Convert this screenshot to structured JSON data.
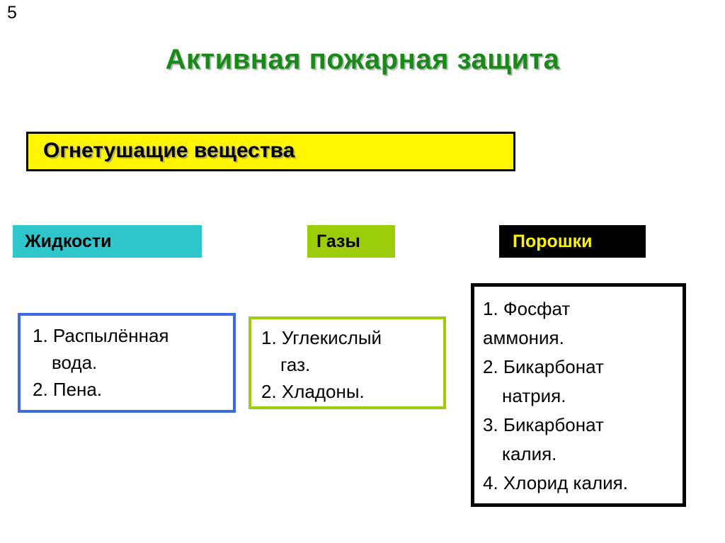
{
  "slide": {
    "number": "5",
    "title": "Активная пожарная защита"
  },
  "colors": {
    "title_green": "#188A18",
    "yellow": "#FFF500",
    "teal": "#2FC7CB",
    "lime": "#9CCC0A",
    "black": "#000000",
    "blue_border": "#3A6BE0",
    "white": "#FFFFFF"
  },
  "agents_banner": {
    "label": "Огнетушащие вещества"
  },
  "categories": [
    {
      "id": "liquids",
      "header": "Жидкости",
      "header_bg": "#2FC7CB",
      "header_color": "#000000",
      "border_color": "#3A6BE0",
      "items": [
        "1. Распылённая\n     вода.",
        "2. Пена."
      ]
    },
    {
      "id": "gases",
      "header": "Газы",
      "header_bg": "#9CCC0A",
      "header_color": "#000000",
      "border_color": "#9CCC0A",
      "items": [
        "1. Углекислый\n      газ.",
        "2. Хладоны."
      ]
    },
    {
      "id": "powders",
      "header": "Порошки",
      "header_bg": "#000000",
      "header_color": "#FFF500",
      "border_color": "#000000",
      "items": [
        "1. Фосфат\nаммония.",
        "2. Бикарбонат\n      натрия.",
        "3. Бикарбонат\n      калия.",
        "4. Хлорид калия."
      ]
    }
  ]
}
